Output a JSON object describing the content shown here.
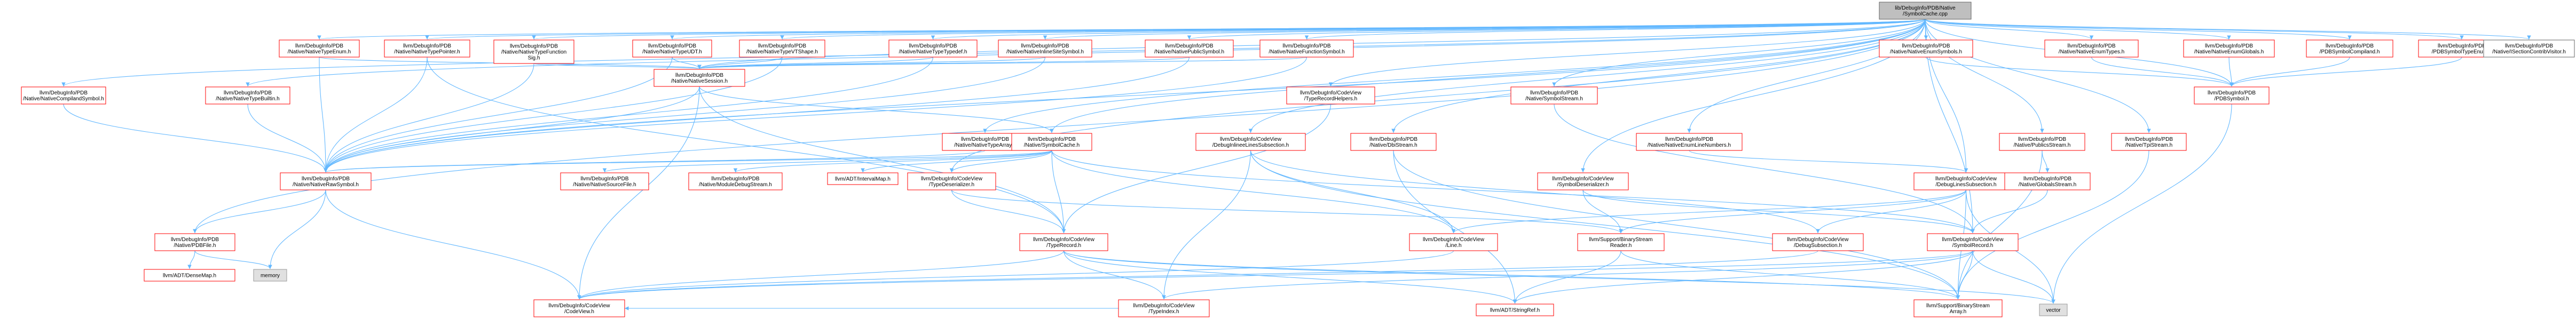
{
  "graph": {
    "colors": {
      "edge": "#63b8ff",
      "source_fill": "#bfbfbf",
      "internal_stroke": "#ff0000",
      "external_fill": "#e0e0e0"
    },
    "nodes": [
      {
        "id": "root",
        "kind": "source",
        "lines": [
          "lib/DebugInfo/PDB/Native",
          "/SymbolCache.cpp"
        ]
      },
      {
        "id": "n_cmpl",
        "kind": "internal",
        "lines": [
          "llvm/DebugInfo/PDB",
          "/Native/NativeCompilandSymbol.h"
        ]
      },
      {
        "id": "n_enum",
        "kind": "internal",
        "lines": [
          "llvm/DebugInfo/PDB",
          "/Native/NativeTypeEnum.h"
        ]
      },
      {
        "id": "n_builtin",
        "kind": "internal",
        "lines": [
          "llvm/DebugInfo/PDB",
          "/Native/NativeTypeBuiltin.h"
        ]
      },
      {
        "id": "n_ptr",
        "kind": "internal",
        "lines": [
          "llvm/DebugInfo/PDB",
          "/Native/NativeTypePointer.h"
        ]
      },
      {
        "id": "n_func",
        "kind": "internal",
        "lines": [
          "llvm/DebugInfo/PDB",
          "/Native/NativeTypeFunction",
          "Sig.h"
        ]
      },
      {
        "id": "n_udt",
        "kind": "internal",
        "lines": [
          "llvm/DebugInfo/PDB",
          "/Native/NativeTypeUDT.h"
        ]
      },
      {
        "id": "n_vt",
        "kind": "internal",
        "lines": [
          "llvm/DebugInfo/PDB",
          "/Native/NativeTypeVTShape.h"
        ]
      },
      {
        "id": "n_typedef",
        "kind": "internal",
        "lines": [
          "llvm/DebugInfo/PDB",
          "/Native/NativeTypeTypedef.h"
        ]
      },
      {
        "id": "n_inline",
        "kind": "internal",
        "lines": [
          "llvm/DebugInfo/PDB",
          "/Native/NativeInlineSiteSymbol.h"
        ]
      },
      {
        "id": "n_pub",
        "kind": "internal",
        "lines": [
          "llvm/DebugInfo/PDB",
          "/Native/NativePublicSymbol.h"
        ]
      },
      {
        "id": "n_funcsym",
        "kind": "internal",
        "lines": [
          "llvm/DebugInfo/PDB",
          "/Native/NativeFunctionSymbol.h"
        ]
      },
      {
        "id": "n_session",
        "kind": "internal",
        "lines": [
          "llvm/DebugInfo/PDB",
          "/Native/NativeSession.h"
        ]
      },
      {
        "id": "n_array",
        "kind": "internal",
        "lines": [
          "llvm/DebugInfo/PDB",
          "/Native/NativeTypeArray.h"
        ]
      },
      {
        "id": "n_symcache",
        "kind": "internal",
        "lines": [
          "llvm/DebugInfo/PDB",
          "/Native/SymbolCache.h"
        ]
      },
      {
        "id": "n_raw",
        "kind": "internal",
        "lines": [
          "llvm/DebugInfo/PDB",
          "/Native/NativeRawSymbol.h"
        ]
      },
      {
        "id": "n_pdbfile",
        "kind": "internal",
        "lines": [
          "llvm/DebugInfo/PDB",
          "/Native/PDBFile.h"
        ]
      },
      {
        "id": "n_densemap",
        "kind": "internal",
        "lines": [
          "llvm/ADT/DenseMap.h"
        ]
      },
      {
        "id": "n_memory",
        "kind": "external",
        "lines": [
          "memory"
        ]
      },
      {
        "id": "n_srcfile",
        "kind": "internal",
        "lines": [
          "llvm/DebugInfo/PDB",
          "/Native/NativeSourceFile.h"
        ]
      },
      {
        "id": "n_moddbg",
        "kind": "internal",
        "lines": [
          "llvm/DebugInfo/PDB",
          "/Native/ModuleDebugStream.h"
        ]
      },
      {
        "id": "n_interval",
        "kind": "internal",
        "lines": [
          "llvm/ADT/IntervalMap.h"
        ]
      },
      {
        "id": "n_typedeser",
        "kind": "internal",
        "lines": [
          "llvm/DebugInfo/CodeView",
          "/TypeDeserializer.h"
        ]
      },
      {
        "id": "n_typerechlp",
        "kind": "internal",
        "lines": [
          "llvm/DebugInfo/CodeView",
          "/TypeRecordHelpers.h"
        ]
      },
      {
        "id": "n_dbglines",
        "kind": "internal",
        "lines": [
          "llvm/DebugInfo/CodeView",
          "/DebugInlineeLinesSubsection.h"
        ]
      },
      {
        "id": "n_symstream",
        "kind": "internal",
        "lines": [
          "llvm/DebugInfo/PDB",
          "/Native/SymbolStream.h"
        ]
      },
      {
        "id": "n_enumline",
        "kind": "internal",
        "lines": [
          "llvm/DebugInfo/PDB",
          "/Native/NativeEnumLineNumbers.h"
        ]
      },
      {
        "id": "n_dbistream",
        "kind": "internal",
        "lines": [
          "llvm/DebugInfo/PDB",
          "/Native/DbiStream.h"
        ]
      },
      {
        "id": "n_symdeser",
        "kind": "internal",
        "lines": [
          "llvm/DebugInfo/CodeView",
          "/SymbolDeserializer.h"
        ]
      },
      {
        "id": "n_enumsyms",
        "kind": "internal",
        "lines": [
          "llvm/DebugInfo/PDB",
          "/Native/NativeEnumSymbols.h"
        ]
      },
      {
        "id": "n_enumtypes",
        "kind": "internal",
        "lines": [
          "llvm/DebugInfo/PDB",
          "/Native/NativeEnumTypes.h"
        ]
      },
      {
        "id": "n_enumglob",
        "kind": "internal",
        "lines": [
          "llvm/DebugInfo/PDB",
          "/Native/NativeEnumGlobals.h"
        ]
      },
      {
        "id": "n_pdbcmpl",
        "kind": "internal",
        "lines": [
          "llvm/DebugInfo/PDB",
          "/PDBSymbolCompiland.h"
        ]
      },
      {
        "id": "n_pdbtypeenum",
        "kind": "internal",
        "lines": [
          "llvm/DebugInfo/PDB",
          "/PDBSymbolTypeEnum.h"
        ]
      },
      {
        "id": "n_pdbsym",
        "kind": "internal",
        "lines": [
          "llvm/DebugInfo/PDB",
          "/PDBSymbol.h"
        ]
      },
      {
        "id": "n_dbglinessub",
        "kind": "internal",
        "lines": [
          "llvm/DebugInfo/CodeView",
          "/DebugLinesSubsection.h"
        ]
      },
      {
        "id": "n_pubstream",
        "kind": "internal",
        "lines": [
          "llvm/DebugInfo/PDB",
          "/Native/PublicsStream.h"
        ]
      },
      {
        "id": "n_tpistream",
        "kind": "internal",
        "lines": [
          "llvm/DebugInfo/PDB",
          "/Native/TpiStream.h"
        ]
      },
      {
        "id": "n_globstream",
        "kind": "internal",
        "lines": [
          "llvm/DebugInfo/PDB",
          "/Native/GlobalsStream.h"
        ]
      },
      {
        "id": "n_sectcontrib",
        "kind": "plain",
        "lines": [
          "llvm/DebugInfo/PDB",
          "/Native/ISectionContribVisitor.h"
        ]
      },
      {
        "id": "n_typerec",
        "kind": "internal",
        "lines": [
          "llvm/DebugInfo/CodeView",
          "/TypeRecord.h"
        ]
      },
      {
        "id": "n_line",
        "kind": "internal",
        "lines": [
          "llvm/DebugInfo/CodeView",
          "/Line.h"
        ]
      },
      {
        "id": "n_binreader",
        "kind": "internal",
        "lines": [
          "llvm/Support/BinaryStream",
          "Reader.h"
        ]
      },
      {
        "id": "n_dbgsub",
        "kind": "internal",
        "lines": [
          "llvm/DebugInfo/CodeView",
          "/DebugSubsection.h"
        ]
      },
      {
        "id": "n_symrec",
        "kind": "internal",
        "lines": [
          "llvm/DebugInfo/CodeView",
          "/SymbolRecord.h"
        ]
      },
      {
        "id": "n_codeview",
        "kind": "internal",
        "lines": [
          "llvm/DebugInfo/CodeView",
          "/CodeView.h"
        ]
      },
      {
        "id": "n_typeindex",
        "kind": "internal",
        "lines": [
          "llvm/DebugInfo/CodeView",
          "/TypeIndex.h"
        ]
      },
      {
        "id": "n_stringref",
        "kind": "internal",
        "lines": [
          "llvm/ADT/StringRef.h"
        ]
      },
      {
        "id": "n_binarray",
        "kind": "internal",
        "lines": [
          "llvm/Support/BinaryStream",
          "Array.h"
        ]
      },
      {
        "id": "n_vector",
        "kind": "external",
        "lines": [
          "vector"
        ]
      }
    ],
    "edges": [
      [
        "root",
        "n_cmpl"
      ],
      [
        "root",
        "n_enum"
      ],
      [
        "root",
        "n_builtin"
      ],
      [
        "root",
        "n_ptr"
      ],
      [
        "root",
        "n_func"
      ],
      [
        "root",
        "n_udt"
      ],
      [
        "root",
        "n_vt"
      ],
      [
        "root",
        "n_typedef"
      ],
      [
        "root",
        "n_inline"
      ],
      [
        "root",
        "n_pub"
      ],
      [
        "root",
        "n_funcsym"
      ],
      [
        "root",
        "n_session"
      ],
      [
        "root",
        "n_array"
      ],
      [
        "root",
        "n_symcache"
      ],
      [
        "root",
        "n_raw"
      ],
      [
        "root",
        "n_pdbfile"
      ],
      [
        "root",
        "n_typerechlp"
      ],
      [
        "root",
        "n_dbglines"
      ],
      [
        "root",
        "n_symstream"
      ],
      [
        "root",
        "n_enumline"
      ],
      [
        "root",
        "n_dbistream"
      ],
      [
        "root",
        "n_symdeser"
      ],
      [
        "root",
        "n_enumsyms"
      ],
      [
        "root",
        "n_enumtypes"
      ],
      [
        "root",
        "n_enumglob"
      ],
      [
        "root",
        "n_pdbcmpl"
      ],
      [
        "root",
        "n_pdbtypeenum"
      ],
      [
        "root",
        "n_pdbsym"
      ],
      [
        "root",
        "n_pubstream"
      ],
      [
        "root",
        "n_tpistream"
      ],
      [
        "root",
        "n_sectcontrib"
      ],
      [
        "root",
        "n_typedeser"
      ],
      [
        "root",
        "n_dbglinessub"
      ],
      [
        "root",
        "n_symrec"
      ],
      [
        "n_cmpl",
        "n_raw"
      ],
      [
        "n_enum",
        "n_raw"
      ],
      [
        "n_enum",
        "n_session"
      ],
      [
        "n_builtin",
        "n_raw"
      ],
      [
        "n_ptr",
        "n_raw"
      ],
      [
        "n_ptr",
        "n_typerec"
      ],
      [
        "n_func",
        "n_raw"
      ],
      [
        "n_func",
        "n_session"
      ],
      [
        "n_udt",
        "n_raw"
      ],
      [
        "n_udt",
        "n_session"
      ],
      [
        "n_vt",
        "n_raw"
      ],
      [
        "n_vt",
        "n_session"
      ],
      [
        "n_typedef",
        "n_raw"
      ],
      [
        "n_typedef",
        "n_session"
      ],
      [
        "n_inline",
        "n_raw"
      ],
      [
        "n_inline",
        "n_session"
      ],
      [
        "n_pub",
        "n_raw"
      ],
      [
        "n_pub",
        "n_session"
      ],
      [
        "n_funcsym",
        "n_raw"
      ],
      [
        "n_funcsym",
        "n_session"
      ],
      [
        "n_session",
        "n_raw"
      ],
      [
        "n_session",
        "n_symcache"
      ],
      [
        "n_session",
        "n_codeview"
      ],
      [
        "n_session",
        "n_typerec"
      ],
      [
        "n_array",
        "n_raw"
      ],
      [
        "n_symcache",
        "n_raw"
      ],
      [
        "n_symcache",
        "n_srcfile"
      ],
      [
        "n_symcache",
        "n_moddbg"
      ],
      [
        "n_symcache",
        "n_interval"
      ],
      [
        "n_symcache",
        "n_typedeser"
      ],
      [
        "n_symcache",
        "n_line"
      ],
      [
        "n_symcache",
        "n_symrec"
      ],
      [
        "n_symcache",
        "n_typerec"
      ],
      [
        "n_raw",
        "n_pdbfile"
      ],
      [
        "n_raw",
        "n_memory"
      ],
      [
        "n_raw",
        "n_codeview"
      ],
      [
        "n_pdbfile",
        "n_densemap"
      ],
      [
        "n_pdbfile",
        "n_memory"
      ],
      [
        "n_typedeser",
        "n_typerec"
      ],
      [
        "n_typedeser",
        "n_binreader"
      ],
      [
        "n_typerechlp",
        "n_typerec"
      ],
      [
        "n_dbglines",
        "n_dbgsub"
      ],
      [
        "n_dbglines",
        "n_line"
      ],
      [
        "n_dbglines",
        "n_typeindex"
      ],
      [
        "n_dbglines",
        "n_binarray"
      ],
      [
        "n_symstream",
        "n_symrec"
      ],
      [
        "n_enumline",
        "n_dbglinessub"
      ],
      [
        "n_dbistream",
        "n_binarray"
      ],
      [
        "n_dbistream",
        "n_stringref"
      ],
      [
        "n_symdeser",
        "n_symrec"
      ],
      [
        "n_symdeser",
        "n_binreader"
      ],
      [
        "n_pubstream",
        "n_binarray"
      ],
      [
        "n_pubstream",
        "n_globstream"
      ],
      [
        "n_globstream",
        "n_symrec"
      ],
      [
        "n_tpistream",
        "n_binarray"
      ],
      [
        "n_enumsyms",
        "n_pdbsym"
      ],
      [
        "n_enumtypes",
        "n_pdbsym"
      ],
      [
        "n_enumglob",
        "n_pdbsym"
      ],
      [
        "n_pdbcmpl",
        "n_pdbsym"
      ],
      [
        "n_pdbtypeenum",
        "n_pdbsym"
      ],
      [
        "n_dbglinessub",
        "n_line"
      ],
      [
        "n_dbglinessub",
        "n_dbgsub"
      ],
      [
        "n_dbglinessub",
        "n_binarray"
      ],
      [
        "n_dbglinessub",
        "n_binreader"
      ],
      [
        "n_dbglinessub",
        "n_vector"
      ],
      [
        "n_typerec",
        "n_codeview"
      ],
      [
        "n_typerec",
        "n_typeindex"
      ],
      [
        "n_typerec",
        "n_stringref"
      ],
      [
        "n_typerec",
        "n_binarray"
      ],
      [
        "n_typerec",
        "n_vector"
      ],
      [
        "n_line",
        "n_codeview"
      ],
      [
        "n_binreader",
        "n_stringref"
      ],
      [
        "n_binreader",
        "n_binarray"
      ],
      [
        "n_dbgsub",
        "n_codeview"
      ],
      [
        "n_symrec",
        "n_codeview"
      ],
      [
        "n_symrec",
        "n_typeindex"
      ],
      [
        "n_symrec",
        "n_stringref"
      ],
      [
        "n_symrec",
        "n_binarray"
      ],
      [
        "n_symrec",
        "n_vector"
      ],
      [
        "n_typeindex",
        "n_codeview"
      ],
      [
        "n_pdbsym",
        "n_vector"
      ]
    ]
  }
}
